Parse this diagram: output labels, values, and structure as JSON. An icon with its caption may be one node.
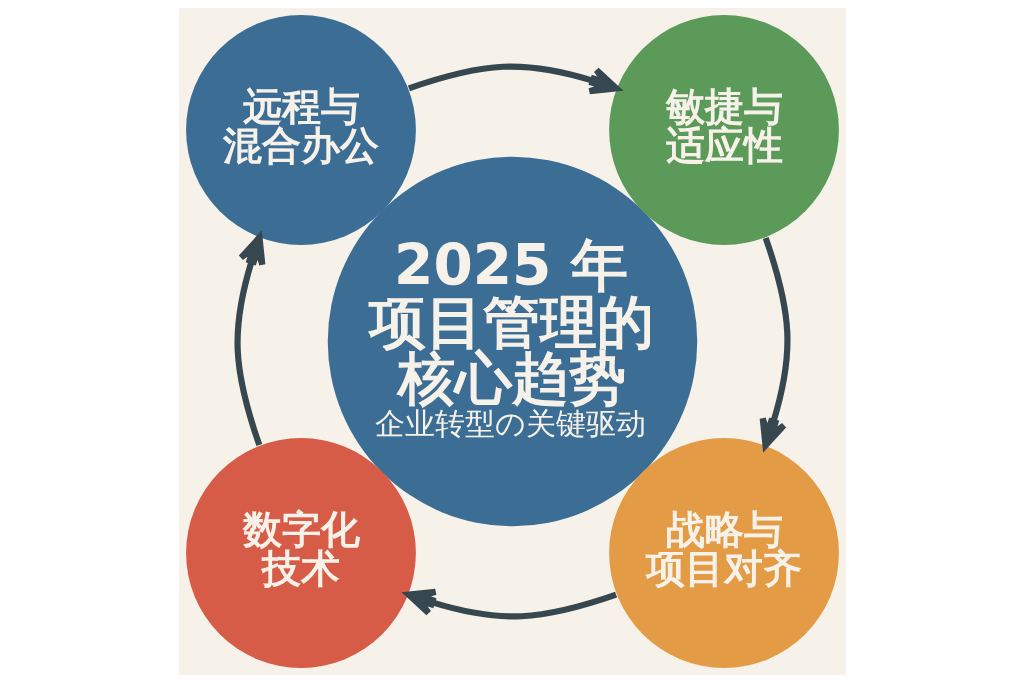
{
  "diagram": {
    "nodes": [
      {
        "text": [
          "2025 年项目管理的核心趋势",
          "企业转型の关键驱动"
        ]
      },
      {
        "text": [
          "远程与混合办公"
        ]
      },
      {
        "text": [
          "敏捷与适应性"
        ]
      },
      {
        "text": [
          "战略与项目对齐"
        ]
      },
      {
        "text": [
          "数字化技术"
        ]
      }
    ],
    "edges": [
      {
        "from": 1,
        "to": 2,
        "arrow": "to"
      },
      {
        "from": 2,
        "to": 3,
        "arrow": "to"
      },
      {
        "from": 3,
        "to": 4,
        "arrow": "to"
      },
      {
        "from": 4,
        "to": 1,
        "arrow": "to"
      }
    ]
  }
}
